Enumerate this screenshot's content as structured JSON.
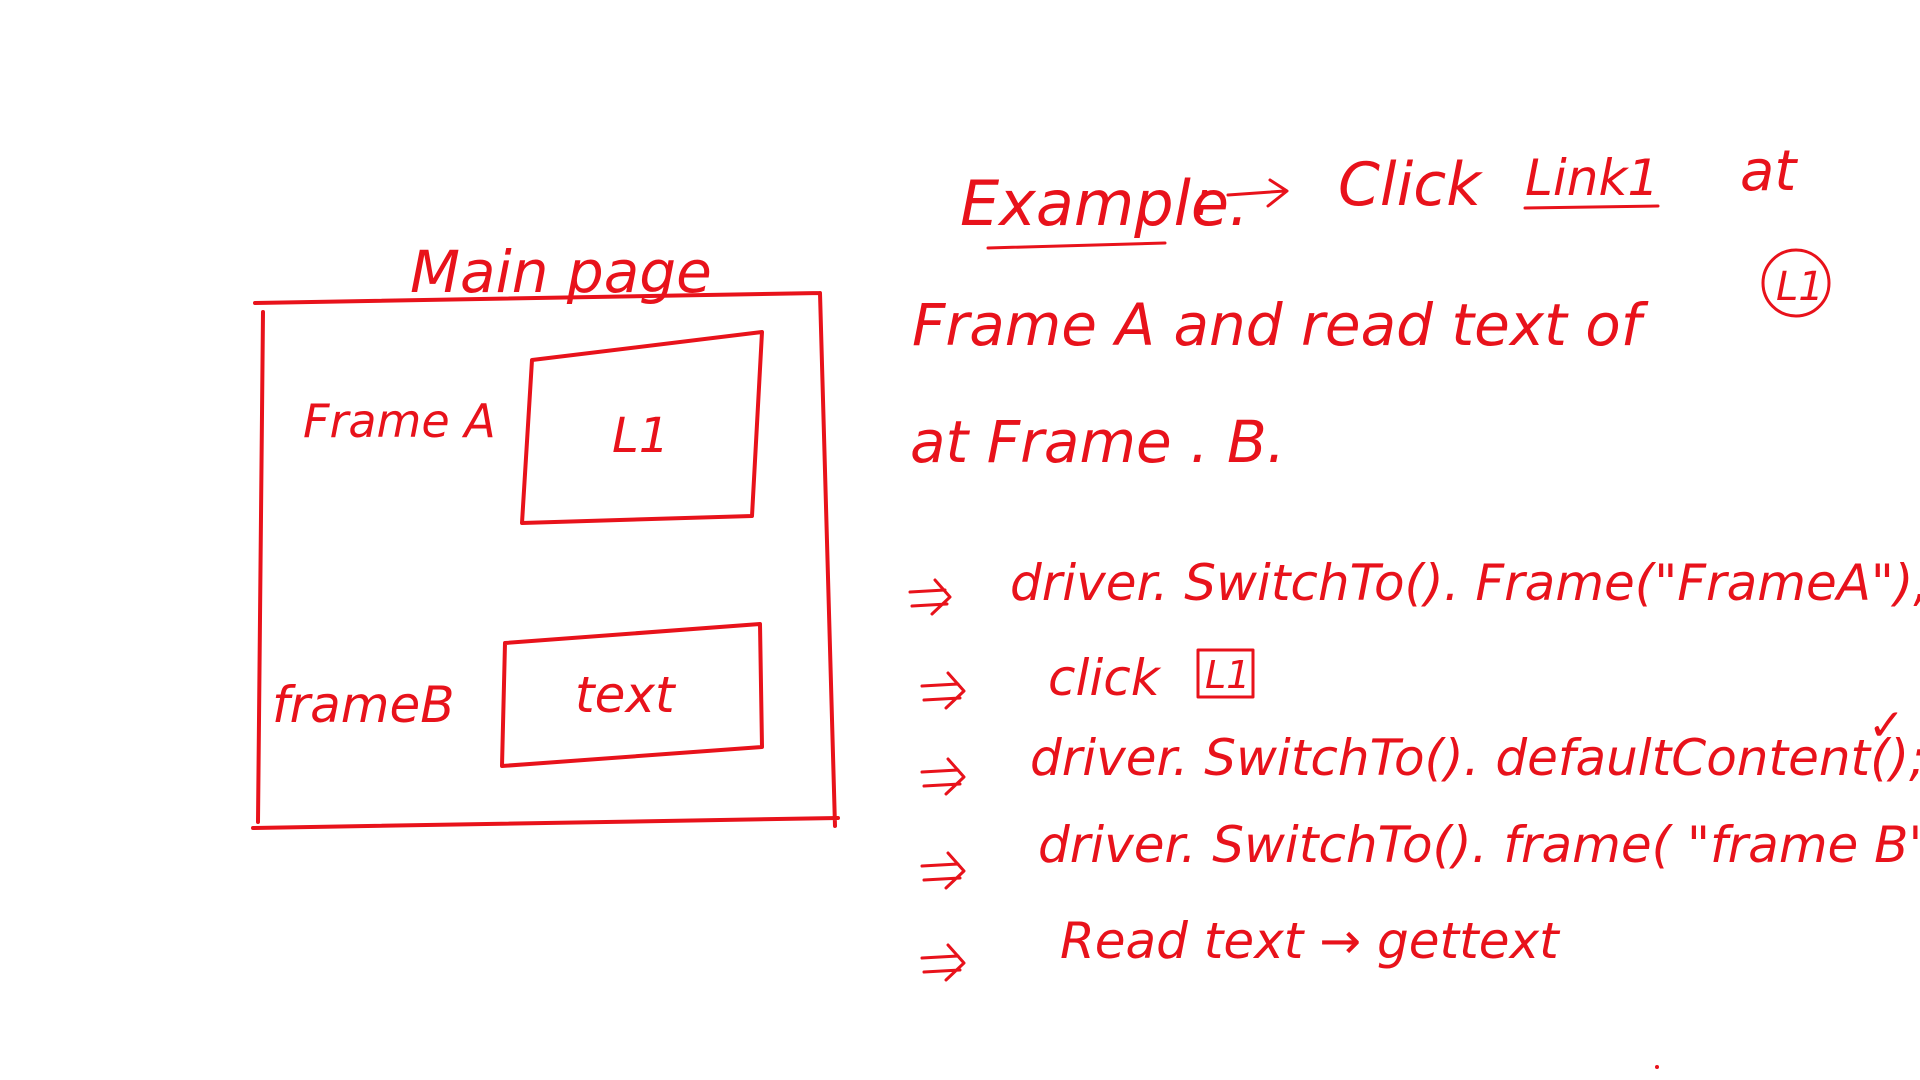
{
  "ink_color": "#e8121b",
  "background_color": "#ffffff",
  "diagram": {
    "main_page_label": "Main page",
    "frame_a": {
      "label": "Frame A",
      "content": "L1"
    },
    "frame_b": {
      "label": "frameB",
      "content": "text"
    }
  },
  "notes": {
    "example_label": "Example.",
    "example_sep": ":",
    "example_line1_prefix": "Click",
    "example_link": "Link1",
    "example_line1_suffix": "at",
    "example_line2": "Frame A  and  read  text  of",
    "example_circled": "L1",
    "example_line3": "at  Frame . B.",
    "steps": [
      "driver. SwitchTo(). Frame(\"FrameA\");",
      "click",
      "driver. SwitchTo(). defaultContent();",
      "driver. SwitchTo(). frame( \"frame B\")",
      "Read  text  →  gettext"
    ],
    "step2_boxed": "L1",
    "check_mark": "✓"
  }
}
